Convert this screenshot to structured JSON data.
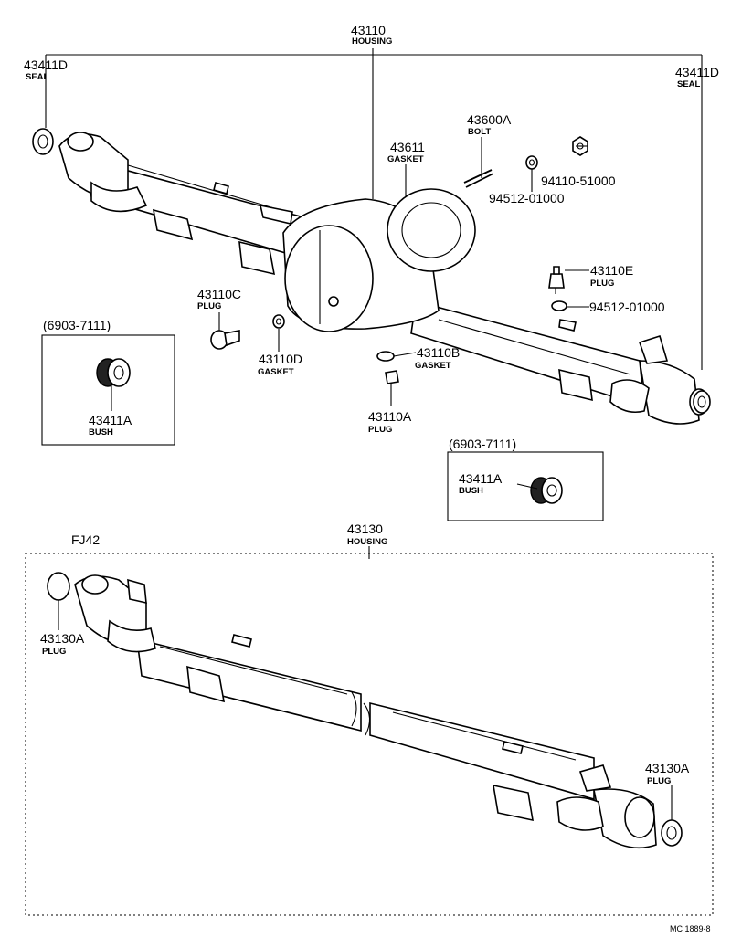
{
  "labels": {
    "housing_43110": {
      "number": "43110",
      "name": "HOUSING"
    },
    "seal_left": {
      "number": "43411D",
      "name": "SEAL"
    },
    "seal_right": {
      "number": "43411D",
      "name": "SEAL"
    },
    "bolt": {
      "number": "43600A",
      "name": "BOLT"
    },
    "gasket_43611": {
      "number": "43611",
      "name": "GASKET"
    },
    "nut": {
      "number": "94110-51000"
    },
    "washer_top": {
      "number": "94512-01000"
    },
    "plug_43110e": {
      "number": "43110E",
      "name": "PLUG"
    },
    "washer_right": {
      "number": "94512-01000"
    },
    "plug_43110c": {
      "number": "43110C",
      "name": "PLUG"
    },
    "gasket_43110d": {
      "number": "43110D",
      "name": "GASKET"
    },
    "gasket_43110b": {
      "number": "43110B",
      "name": "GASKET"
    },
    "plug_43110a": {
      "number": "43110A",
      "name": "PLUG"
    },
    "bush_box_left": {
      "range": "(6903-7111)",
      "number": "43411A",
      "name": "BUSH"
    },
    "bush_box_right": {
      "range": "(6903-7111)",
      "number": "43411A",
      "name": "BUSH"
    },
    "housing_43130": {
      "number": "43130",
      "name": "HOUSING"
    },
    "variant": {
      "name": "FJ42"
    },
    "plug_43130a_left": {
      "number": "43130A",
      "name": "PLUG"
    },
    "plug_43130a_right": {
      "number": "43130A",
      "name": "PLUG"
    }
  },
  "footer": {
    "code": "MC 1889-8"
  }
}
